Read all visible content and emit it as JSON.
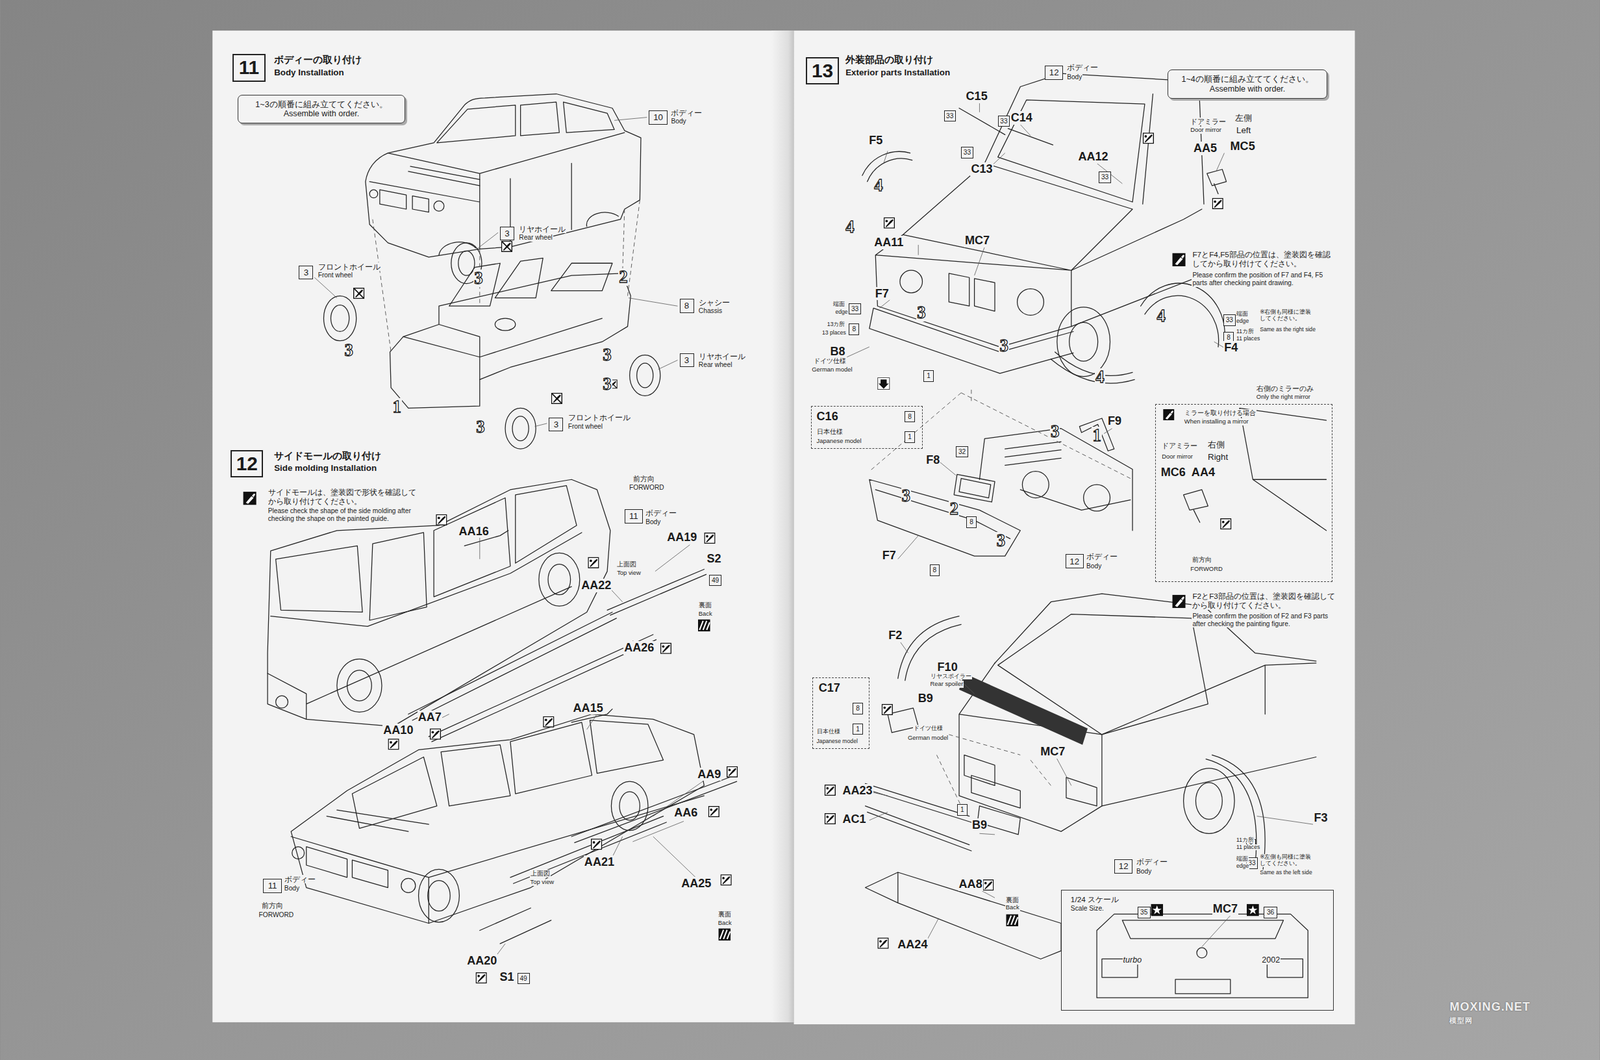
{
  "diagram": {
    "nodes": [
      {
        "text": [
          "11"
        ]
      },
      {
        "text": [
          "1~3の順番に組み立ててください。",
          "Assemble with order."
        ]
      },
      {
        "text": [
          "10"
        ]
      },
      {
        "text": [
          "3"
        ]
      },
      {
        "text": [
          "3"
        ]
      },
      {
        "text": [
          "8"
        ]
      },
      {
        "text": [
          "3"
        ]
      },
      {
        "text": [
          "3"
        ]
      },
      {
        "text": [
          "12"
        ]
      },
      {
        "text": [
          "11"
        ]
      },
      {
        "text": [
          "49"
        ]
      },
      {
        "text": [
          "11"
        ]
      },
      {
        "text": [
          "49"
        ]
      },
      {
        "text": [
          "13"
        ]
      },
      {
        "text": [
          "12"
        ]
      },
      {
        "text": [
          "1~4の順番に組み立ててください。",
          "Assemble with order."
        ]
      },
      {
        "text": [
          "33"
        ]
      },
      {
        "text": [
          "33"
        ]
      },
      {
        "text": [
          "33"
        ]
      },
      {
        "text": [
          "33"
        ]
      },
      {
        "text": [
          "33"
        ]
      },
      {
        "text": [
          "8"
        ]
      },
      {
        "text": [
          "1"
        ]
      },
      {
        "text": [
          "33"
        ]
      },
      {
        "text": [
          "8"
        ]
      },
      {
        "text": [
          "C16",
          "日本仕様",
          "Japanese model"
        ]
      },
      {
        "text": [
          "8"
        ],
        "in": 25
      },
      {
        "text": [
          "1"
        ],
        "in": 25
      },
      {
        "text": [
          "32"
        ]
      },
      {
        "text": [
          "8"
        ]
      },
      {
        "text": [
          "8"
        ]
      },
      {
        "text": [
          "12"
        ]
      },
      {
        "text": [
          "右側のミラーのみ",
          "Only the right mirror"
        ]
      },
      {
        "text": [
          "C17",
          "日本仕様",
          "Japanese model"
        ]
      },
      {
        "text": [
          "8"
        ],
        "in": 33
      },
      {
        "text": [
          "1"
        ],
        "in": 33
      },
      {
        "text": [
          "1"
        ]
      },
      {
        "text": [
          "8"
        ]
      },
      {
        "text": [
          "33"
        ]
      },
      {
        "text": [
          "12"
        ]
      },
      {
        "text": [
          "1/24 スケール",
          "Scale Size."
        ]
      },
      {
        "text": [
          "35"
        ],
        "in": 40
      },
      {
        "text": [
          "36"
        ],
        "in": 40
      }
    ],
    "labels": [
      "ボディーの取り付け",
      "Body Installation",
      "ボディー",
      "Body",
      "リヤホイール",
      "Rear wheel",
      "フロントホイール",
      "Front wheel",
      "3",
      "2",
      "3",
      "1",
      "3",
      "3",
      "3",
      "シャシー",
      "Chassis",
      "リヤホイール",
      "Rear wheel",
      "フロントホイール",
      "Front wheel",
      "サイドモールの取り付け",
      "Side molding Installation",
      "サイドモールは、塗装図で形状を確認してから取り付けてください。",
      "Please check the shape of the side molding after checking the shape on the painted guide.",
      "前方向",
      "FORWORD",
      "ボディー",
      "Body",
      "AA16",
      "AA19",
      "S2",
      "AA22",
      "上面図",
      "Top view",
      "裏面",
      "Back",
      "AA26",
      "AA15",
      "AA7",
      "AA10",
      "AA9",
      "AA6",
      "AA21",
      "上面図",
      "Top view",
      "AA25",
      "裏面",
      "Back",
      "AA20",
      "S1",
      "ボディー",
      "Body",
      "前方向",
      "FORWORD",
      "外装部品の取り付け",
      "Exterior parts Installation",
      "ボディー",
      "Body",
      "C15",
      "C14",
      "C13",
      "F5",
      "4",
      "4",
      "AA11",
      "MC7",
      "AA12",
      "ドアミラー",
      "左側",
      "Door mirror",
      "Left",
      "AA5",
      "MC5",
      "F7とF4,F5部品の位置は、塗装図を確認してから取り付けてください。",
      "Please confirm the position of F7 and F4, F5 parts after checking paint drawing.",
      "F7",
      "端面",
      "edge",
      "13カ所",
      "13 places",
      "3",
      "3",
      "4",
      "端面",
      "edge",
      "※右側も同様に塗装してください。",
      "Same as the right side",
      "11カ所",
      "11 places",
      "F4",
      "4",
      "B8",
      "ドイツ仕様",
      "German model",
      "F8",
      "F9",
      "3",
      "1",
      "3",
      "2",
      "3",
      "F7",
      "ボディー",
      "Body",
      "ミラーを取り付ける場合",
      "When installing a mirror",
      "ドアミラー",
      "右側",
      "Door mirror",
      "Right",
      "MC6",
      "AA4",
      "前方向",
      "FORWORD",
      "F2とF3部品の位置は、塗装図を確認してから取り付けてください。",
      "Please confirm the position of F2 and F3 parts after checking the painting figure.",
      "F2",
      "F10",
      "リヤスポイラー",
      "Rear spoiler",
      "B9",
      "ドイツ仕様",
      "German model",
      "MC7",
      "AA23",
      "AC1",
      "B9",
      "F3",
      "11カ所",
      "11 places",
      "端面",
      "edge",
      "※左側も同様に塗装してください。",
      "Same as the left side",
      "ボディー",
      "Body",
      "AA8",
      "裏面",
      "Back",
      "AA24",
      "MC7",
      "turbo",
      "2002",
      "MOXING.NET",
      "模型网"
    ]
  }
}
